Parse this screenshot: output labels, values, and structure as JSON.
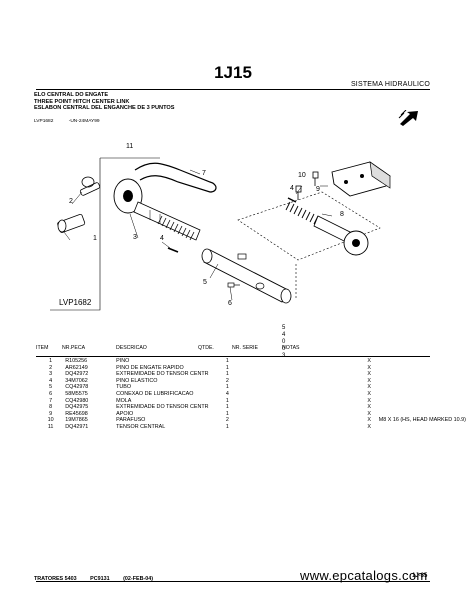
{
  "page_number": "1J15",
  "section_title": "SISTEMA HIDRAULICO",
  "titles": [
    "ELO CENTRAL DO ENGATE",
    "THREE POINT HITCH CENTER LINK",
    "ESLABON CENTRAL DEL ENGANCHE DE 3 PUNTOS"
  ],
  "refs": [
    "LVP1682",
    "-UN-24MAY99"
  ],
  "diagram_id": "LVP1682",
  "callouts": [
    "1",
    "2",
    "3",
    "4",
    "5",
    "6",
    "7",
    "8",
    "9",
    "10",
    "11"
  ],
  "variant_column": [
    "5",
    "4",
    "0",
    "0",
    "3"
  ],
  "columns": {
    "item": "ITEM",
    "part_no": "NR.PECA",
    "description": "DESCRICAO",
    "qty": "QTDE.",
    "serial": "NR. SERIE",
    "notes": "NOTAS"
  },
  "parts": [
    {
      "item": "1",
      "part_no": "R105256",
      "description": "PINO",
      "qty": "1",
      "mark": "X",
      "notes": ""
    },
    {
      "item": "2",
      "part_no": "AR62149",
      "description": "PINO DE ENGATE RAPIDO",
      "qty": "1",
      "mark": "X",
      "notes": ""
    },
    {
      "item": "3",
      "part_no": "DQ42972",
      "description": "EXTREMIDADE DO TENSOR CENTR",
      "qty": "1",
      "mark": "X",
      "notes": ""
    },
    {
      "item": "4",
      "part_no": "34M7062",
      "description": "PINO ELASTICO",
      "qty": "2",
      "mark": "X",
      "notes": ""
    },
    {
      "item": "5",
      "part_no": "CQ42978",
      "description": "TUBO",
      "qty": "1",
      "mark": "X",
      "notes": ""
    },
    {
      "item": "6",
      "part_no": "58M5575",
      "description": "CONEXAO DE LUBRIFICACAO",
      "qty": "4",
      "mark": "X",
      "notes": ""
    },
    {
      "item": "7",
      "part_no": "CQ42980",
      "description": "MOLA",
      "qty": "1",
      "mark": "X",
      "notes": ""
    },
    {
      "item": "8",
      "part_no": "DQ42975",
      "description": "EXTREMIDADE DO TENSOR CENTR",
      "qty": "1",
      "mark": "X",
      "notes": ""
    },
    {
      "item": "9",
      "part_no": "RE45698",
      "description": "APOIO",
      "qty": "1",
      "mark": "X",
      "notes": ""
    },
    {
      "item": "10",
      "part_no": "19M7865",
      "description": "PARAFUSO",
      "qty": "2",
      "mark": "X",
      "notes": "M8 X 16 (HS, HEAD MARKED 10.9)"
    },
    {
      "item": "11",
      "part_no": "DQ42971",
      "description": "TENSOR CENTRAL",
      "qty": "1",
      "mark": "X",
      "notes": ""
    }
  ],
  "footer": {
    "model": "TRATORES 5403",
    "catalog": "PC9131",
    "date": "(02-FEB-04)",
    "watermark": "www.epcatalogs.com",
    "page_ref": "1J-35"
  }
}
